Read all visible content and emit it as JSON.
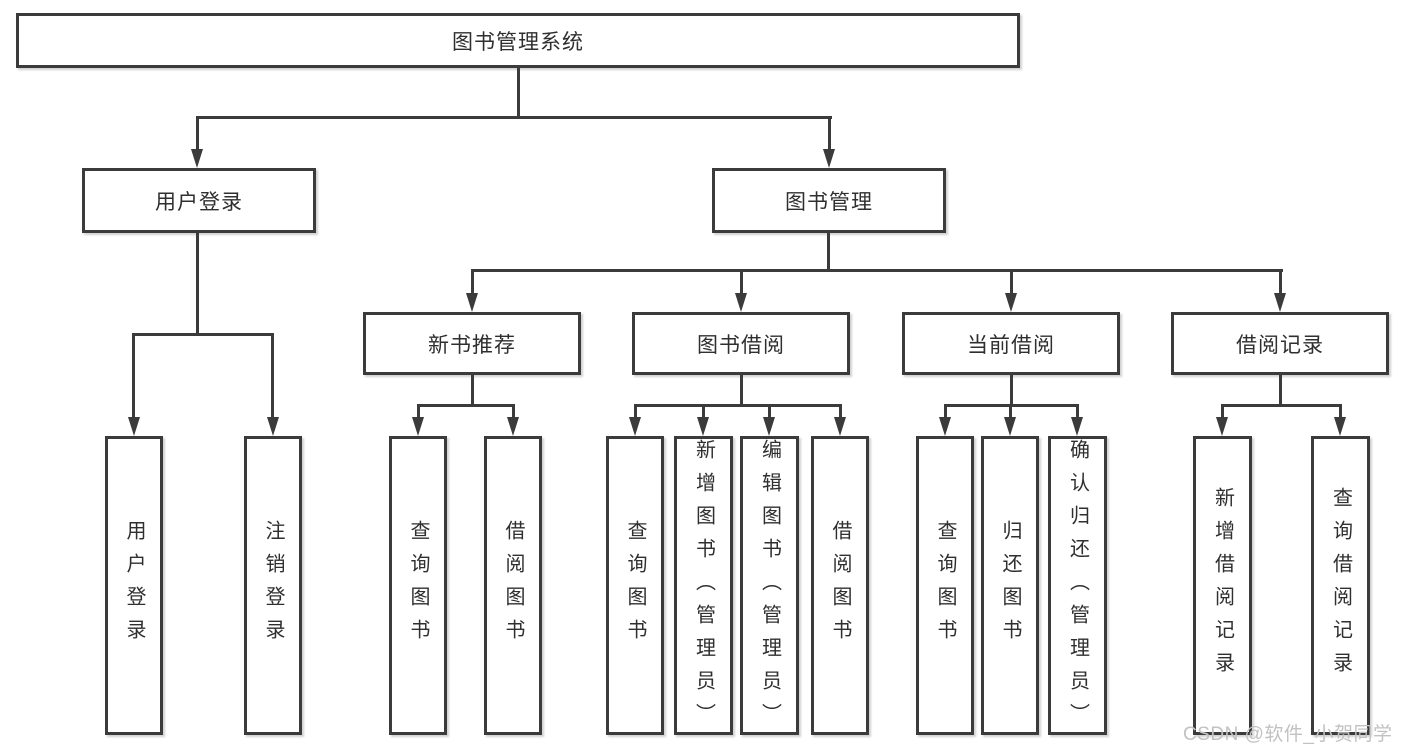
{
  "tree": {
    "root": {
      "label": "图书管理系统"
    },
    "branches": [
      {
        "label": "用户登录",
        "children": [
          {
            "label": "用户登录"
          },
          {
            "label": "注销登录"
          }
        ]
      },
      {
        "label": "图书管理",
        "children": [
          {
            "label": "新书推荐",
            "children": [
              {
                "label": "查询图书"
              },
              {
                "label": "借阅图书"
              }
            ]
          },
          {
            "label": "图书借阅",
            "children": [
              {
                "label": "查询图书"
              },
              {
                "label": "新增图书（管理员）"
              },
              {
                "label": "编辑图书（管理员）"
              },
              {
                "label": "借阅图书"
              }
            ]
          },
          {
            "label": "当前借阅",
            "children": [
              {
                "label": "查询图书"
              },
              {
                "label": "归还图书"
              },
              {
                "label": "确认归还（管理员）"
              }
            ]
          },
          {
            "label": "借阅记录",
            "children": [
              {
                "label": "新增借阅记录"
              },
              {
                "label": "查询借阅记录"
              }
            ]
          }
        ]
      }
    ]
  },
  "watermark": {
    "label": "CSDN @软件_小贺同学",
    "color": "#c2c2c2"
  },
  "colors": {
    "line": "#3b3b3b",
    "text": "#2f2f2f",
    "background": "#ffffff"
  }
}
